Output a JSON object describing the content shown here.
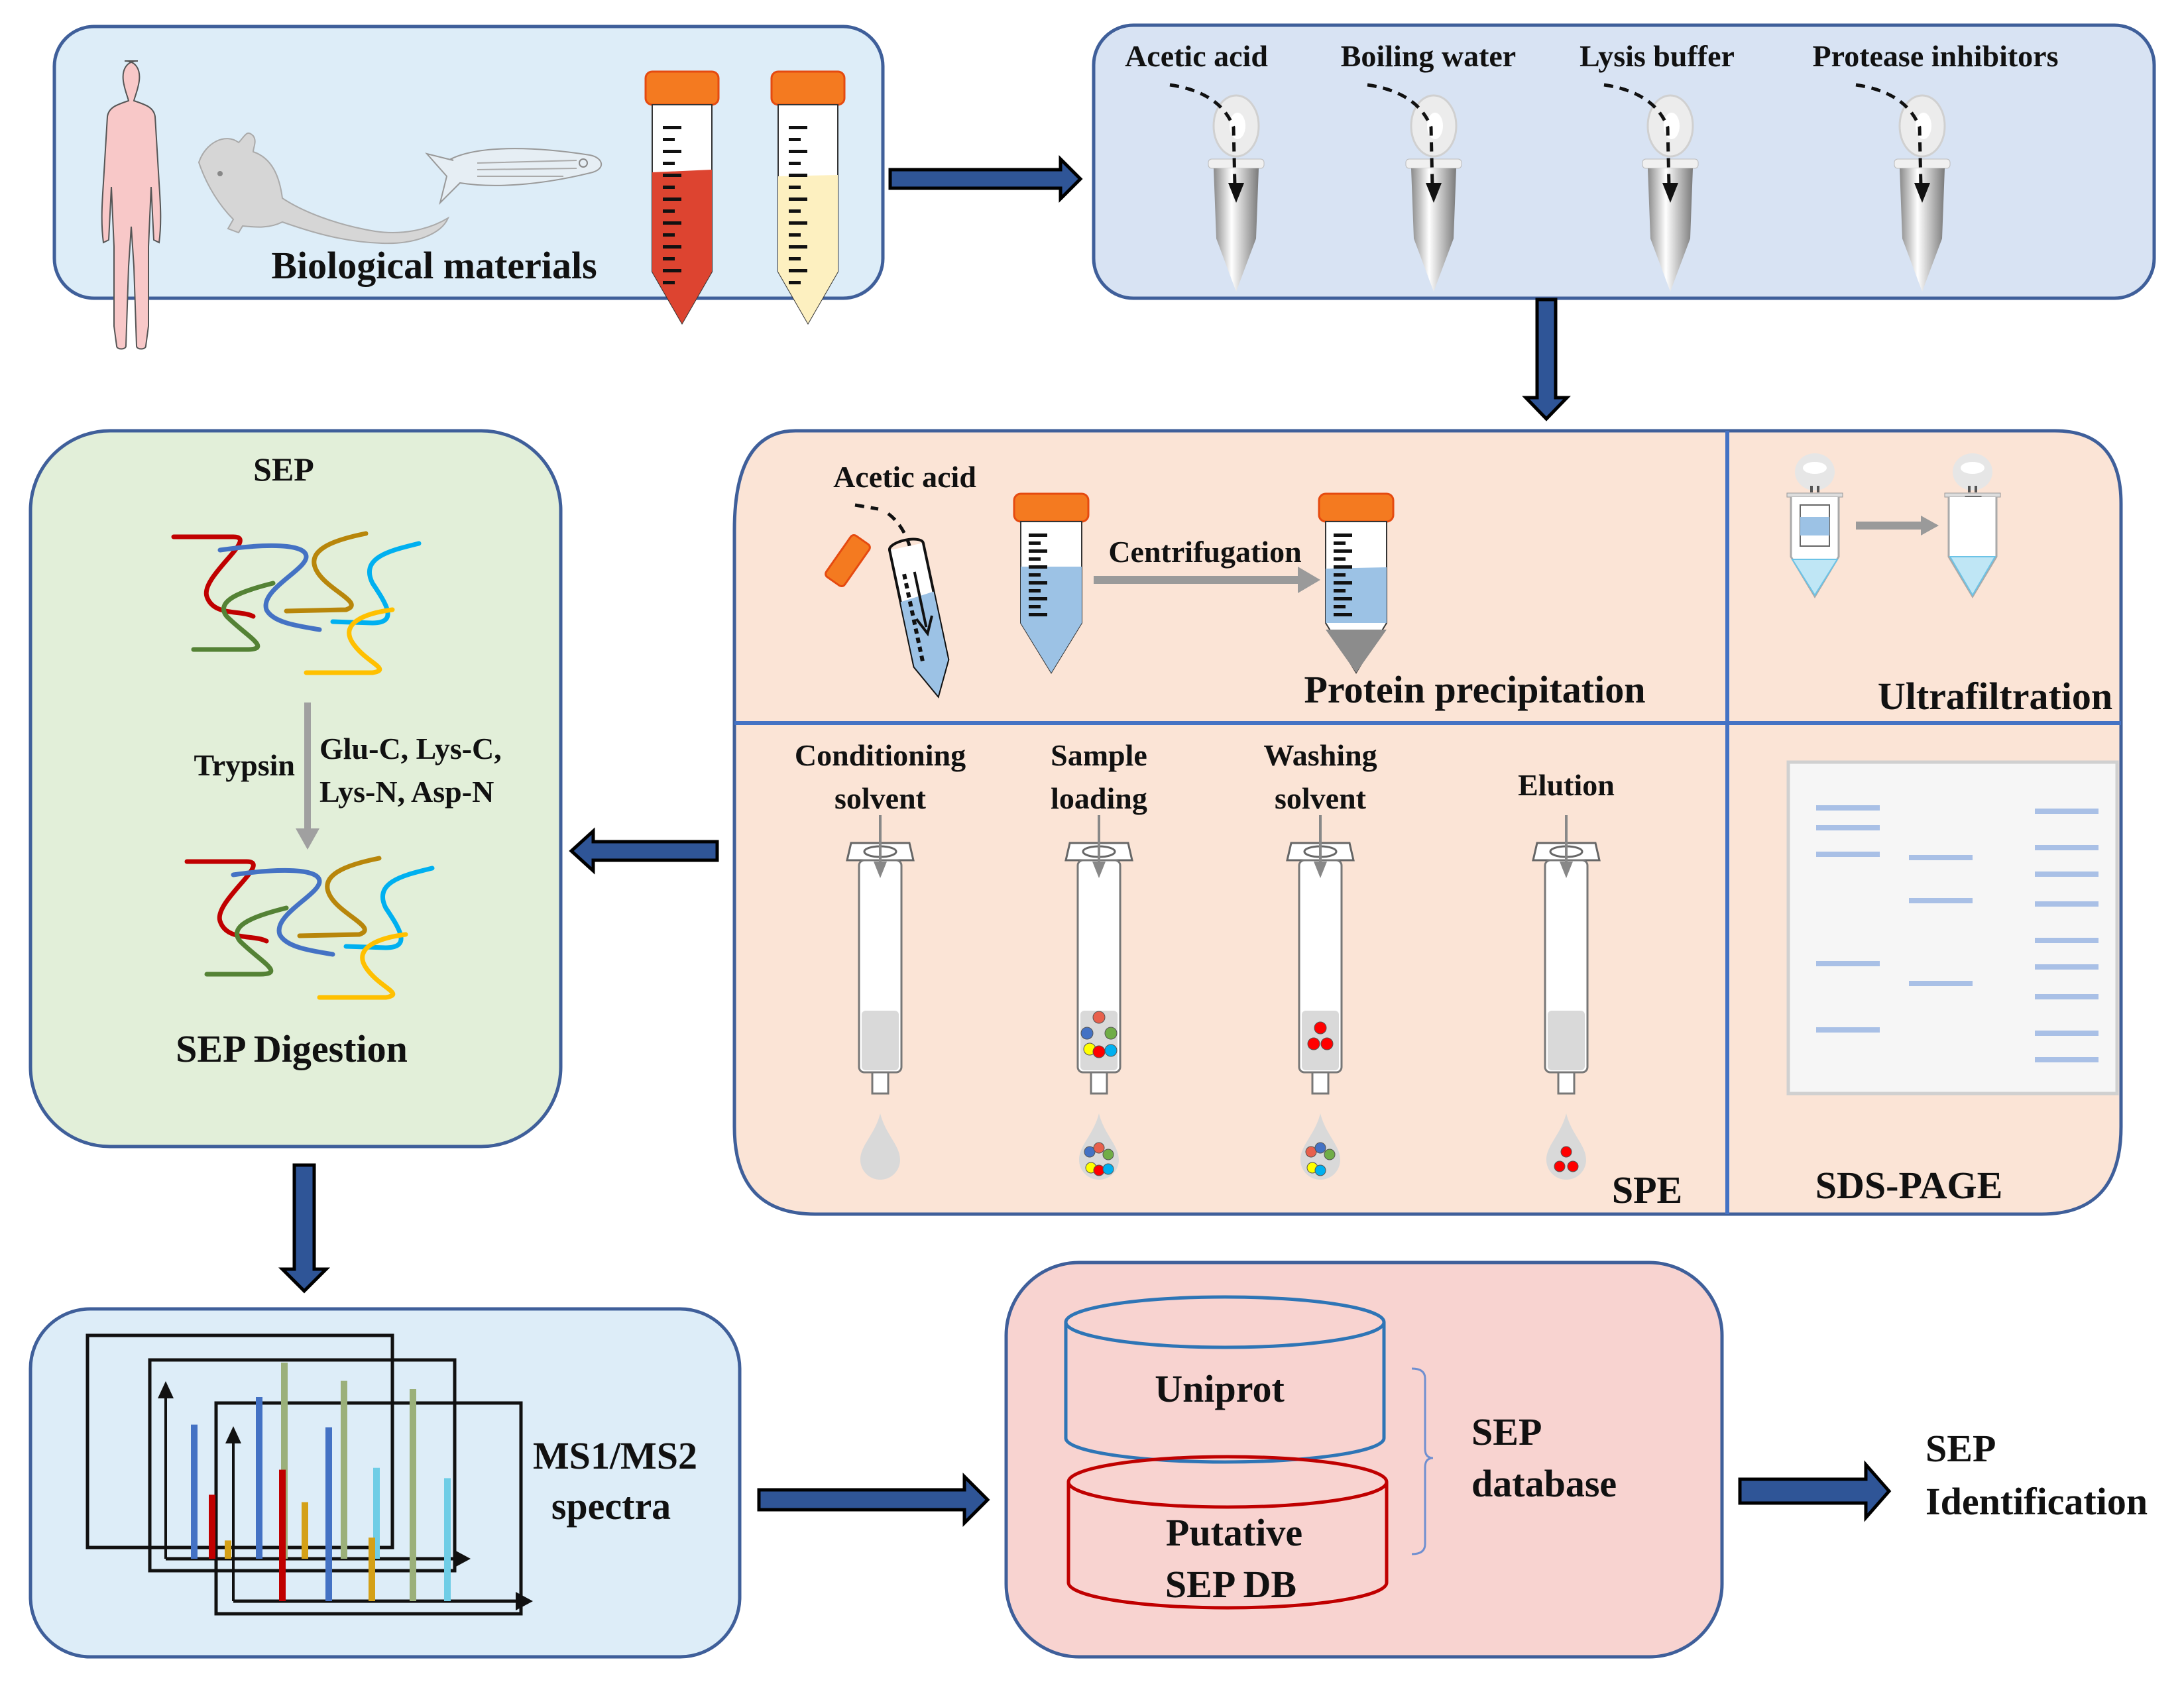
{
  "colors": {
    "panel_biological": "#ddedf8",
    "panel_extraction": "#d8e3f3",
    "panel_enrichment": "#fbe4d6",
    "panel_digestion": "#e2efd9",
    "panel_ms": "#ddedf8",
    "panel_database": "#f8d3d0",
    "flow_arrow": "#2f5597",
    "panel_border": "#3f5f9a",
    "divider": "#4472c4",
    "tube_cap": "#f47a20",
    "blood": "#dd4430",
    "serum": "#fdf0c0",
    "liquid_blue": "#9cc2e5",
    "gel_band": "#a9c0e6",
    "uniprot_cylinder": "#2e75b6",
    "putative_cylinder": "#c00000"
  },
  "biological_materials": {
    "label": "Biological materials",
    "icons": [
      "human-icon",
      "mouse-icon",
      "zebrafish-icon",
      "blood-tube-icon",
      "serum-tube-icon"
    ]
  },
  "extraction": {
    "reagents": [
      "Acetic acid",
      "Boiling water",
      "Lysis buffer",
      "Protease inhibitors"
    ]
  },
  "enrichment": {
    "protein_precipitation": {
      "reagent_label": "Acetic acid",
      "step_label": "Centrifugation",
      "title": "Protein precipitation"
    },
    "ultrafiltration": {
      "title": "Ultrafiltration"
    },
    "spe": {
      "title": "SPE",
      "steps": [
        {
          "line1": "Conditioning",
          "line2": "solvent",
          "beads_column": [],
          "beads_drop": []
        },
        {
          "line1": "Sample",
          "line2": "loading",
          "beads_column": [
            "#e8604c",
            "#4472c4",
            "#70ad47",
            "#ffff00",
            "#ff0000",
            "#00b0f0"
          ],
          "beads_drop": [
            "#4472c4",
            "#e8604c",
            "#70ad47",
            "#ffff00",
            "#ff0000",
            "#00b0f0"
          ]
        },
        {
          "line1": "Washing",
          "line2": "solvent",
          "beads_column": [
            "#ff0000",
            "#ff0000",
            "#ff0000"
          ],
          "beads_drop": [
            "#e8604c",
            "#4472c4",
            "#70ad47",
            "#ffff00",
            "#00b0f0"
          ]
        },
        {
          "line1": "",
          "line2": "Elution",
          "beads_column": [],
          "beads_drop": [
            "#ff0000",
            "#ff0000",
            "#ff0000"
          ]
        }
      ]
    },
    "sds_page": {
      "title": "SDS-PAGE",
      "lanes": [
        {
          "band_positions": [
            0.13,
            0.19,
            0.27,
            0.6,
            0.8
          ]
        },
        {
          "band_positions": [
            0.28,
            0.41,
            0.66
          ]
        },
        {
          "band_positions": [
            0.14,
            0.25,
            0.33,
            0.42,
            0.53,
            0.61,
            0.7,
            0.81,
            0.89
          ]
        }
      ]
    }
  },
  "digestion": {
    "title": "SEP",
    "enzyme_left": "Trypsin",
    "enzymes_right_line1": "Glu-C, Lys-C,",
    "enzymes_right_line2": "Lys-N, Asp-N",
    "result_title": "SEP Digestion",
    "peptide_colors": [
      "#c00000",
      "#4472c4",
      "#b8860b",
      "#00b0f0",
      "#548235",
      "#ffc000"
    ]
  },
  "ms": {
    "label_line1": "MS1/MS2",
    "label_line2": "spectra",
    "spectra": [
      {
        "peaks": [
          {
            "c": "#4472c4",
            "h": 0.88
          },
          {
            "c": "#c00000",
            "h": 0.42
          },
          {
            "c": "#d4a017",
            "h": 0.12
          }
        ]
      },
      {
        "peaks": [
          {
            "c": "#4472c4",
            "h": 0.8
          },
          {
            "c": "#9bb07a",
            "h": 0.97
          },
          {
            "c": "#d4a017",
            "h": 0.28
          },
          {
            "c": "#6fcde6",
            "h": 0.6
          },
          {
            "c": "#9bb07a",
            "h": 0.88
          },
          {
            "c": "#6fcde6",
            "h": 0.45
          }
        ]
      },
      {
        "peaks": [
          {
            "c": "#c00000",
            "h": 0.62
          },
          {
            "c": "#4472c4",
            "h": 0.82
          },
          {
            "c": "#d4a017",
            "h": 0.3
          },
          {
            "c": "#9bb07a",
            "h": 1.0
          },
          {
            "c": "#6fcde6",
            "h": 0.58
          }
        ]
      }
    ]
  },
  "database": {
    "uniprot_label": "Uniprot",
    "putative_line1": "Putative",
    "putative_line2": "SEP DB",
    "group_line1": "SEP",
    "group_line2": "database"
  },
  "identification": {
    "line1": "SEP",
    "line2": "Identification"
  }
}
